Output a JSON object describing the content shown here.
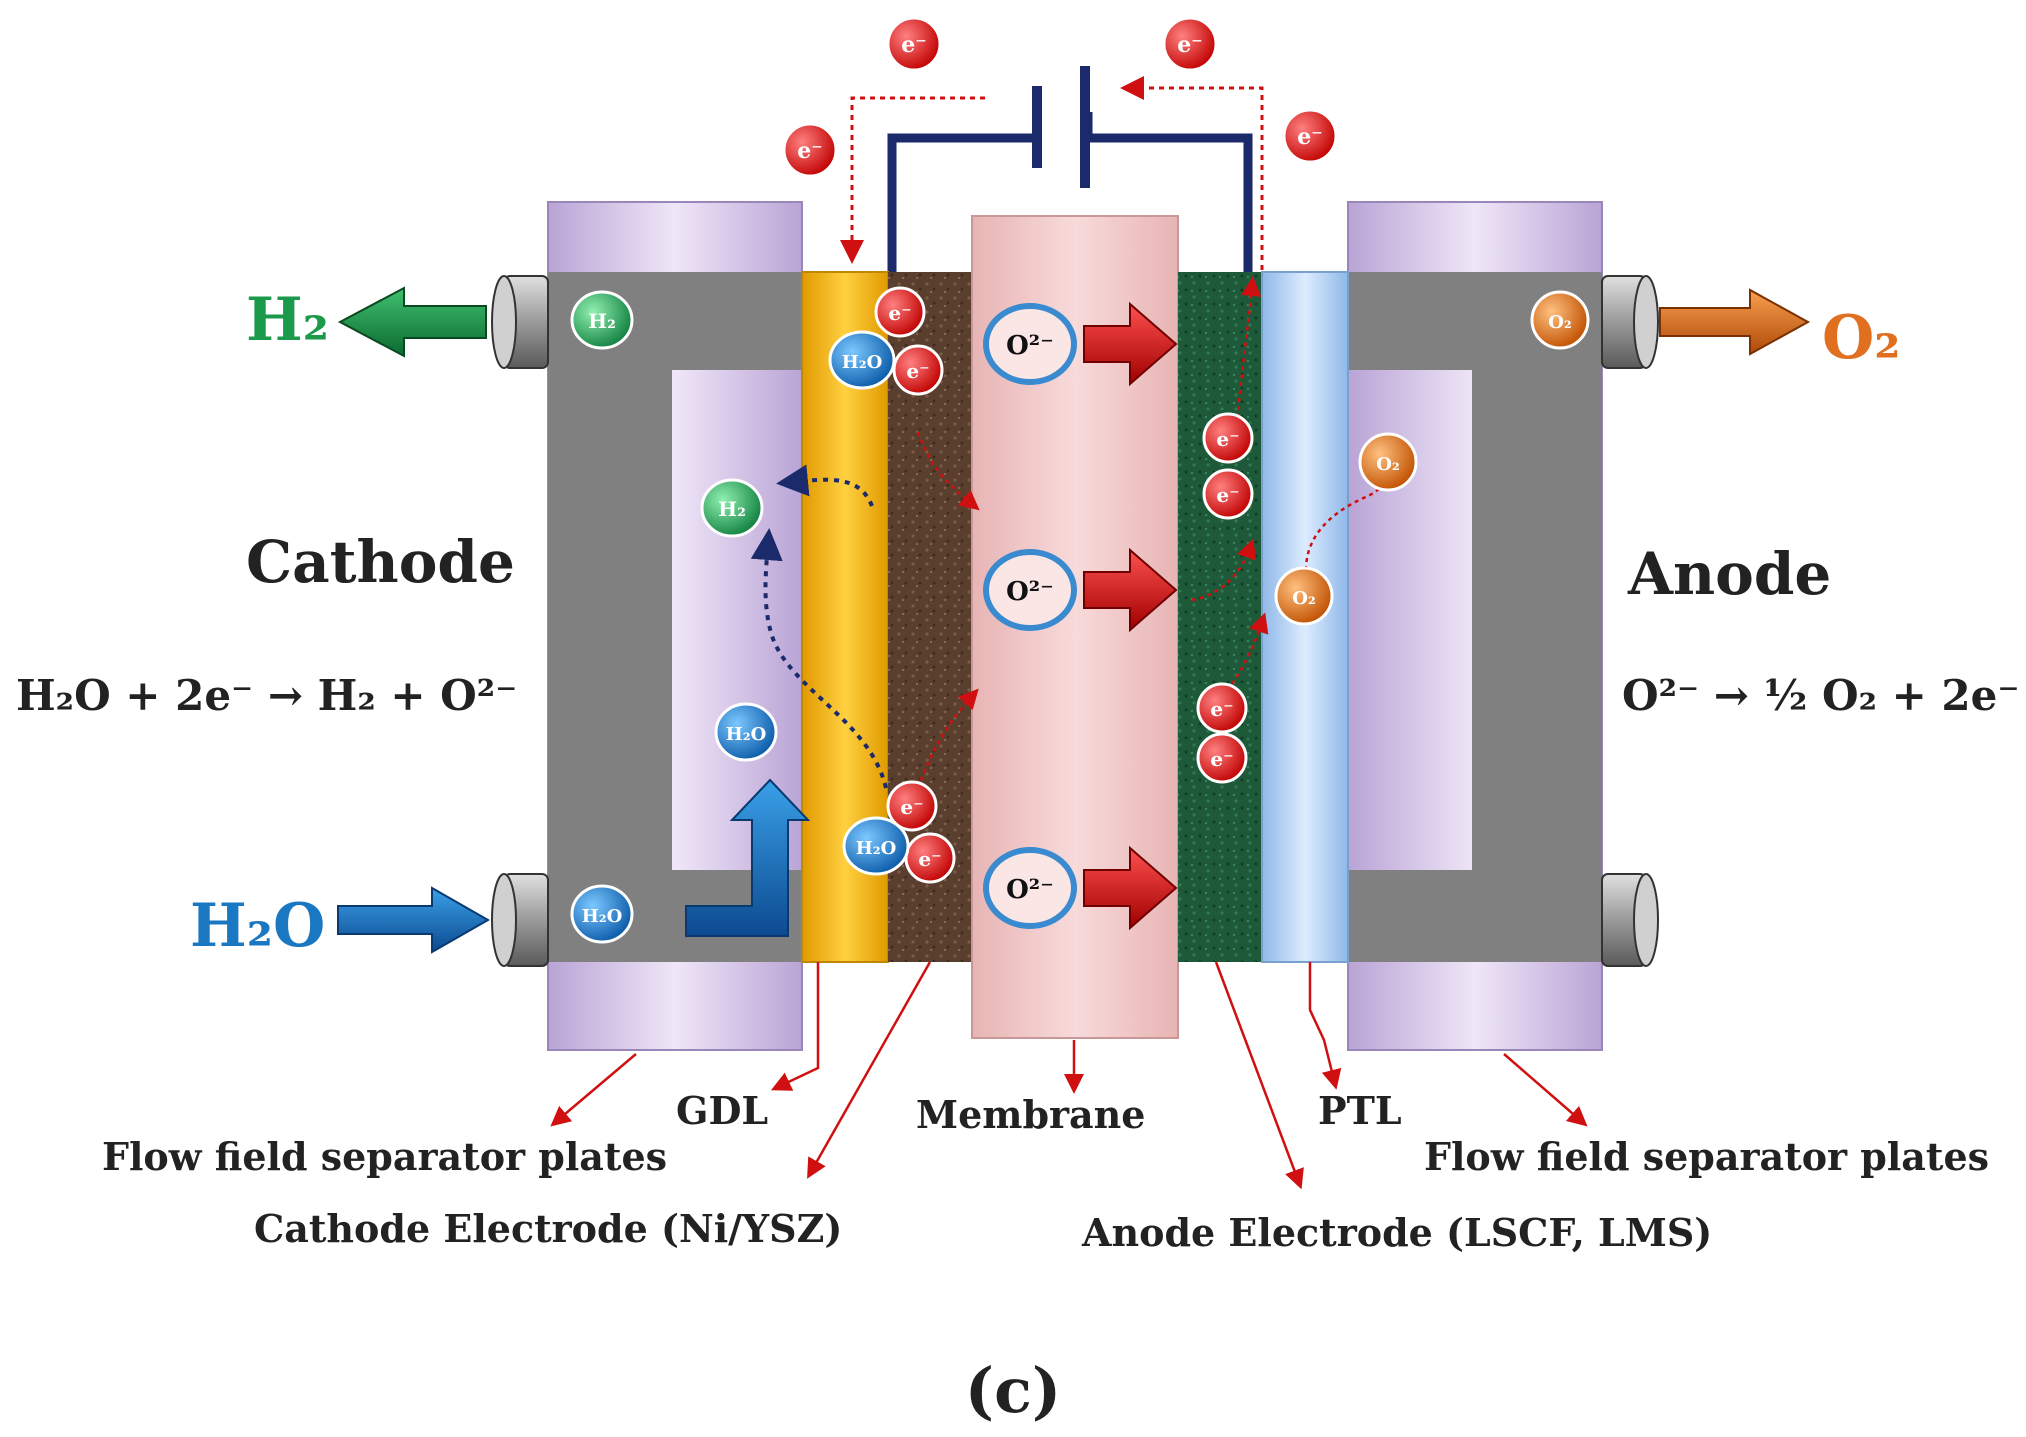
{
  "labels": {
    "h2_out": "H₂",
    "o2_out": "O₂",
    "h2o_in": "H₂O",
    "cathode": "Cathode",
    "anode": "Anode",
    "cathode_reaction": "H₂O + 2e⁻ → H₂ + O²⁻",
    "anode_reaction": "O²⁻ → ½ O₂ + 2e⁻",
    "caption": "(c)"
  },
  "particles": {
    "electron": "e⁻",
    "water": "H₂O",
    "hydrogen": "H₂",
    "oxygen": "O₂",
    "oxide_ion": "O²⁻"
  },
  "components": {
    "flow_plates_left": "Flow field separator plates",
    "gdl": "GDL",
    "cathode_electrode": "Cathode Electrode (Ni/YSZ)",
    "membrane": "Membrane",
    "anode_electrode": "Anode Electrode (LSCF, LMS)",
    "ptl": "PTL",
    "flow_plates_right": "Flow field separator plates"
  },
  "colors": {
    "hydrogen": "#1a9a4a",
    "water": "#1a78c2",
    "oxygen": "#e07020",
    "electron": "#d01010",
    "wire": "#1a2a6a",
    "plate": "#d9c8ea",
    "gray_channel": "#808080",
    "gdl": "#f5b800",
    "cathode_electrode": "#5a3e2e",
    "membrane": "#f0c8c8",
    "anode_electrode": "#1e5a3a",
    "ptl": "#a8ccf0"
  }
}
